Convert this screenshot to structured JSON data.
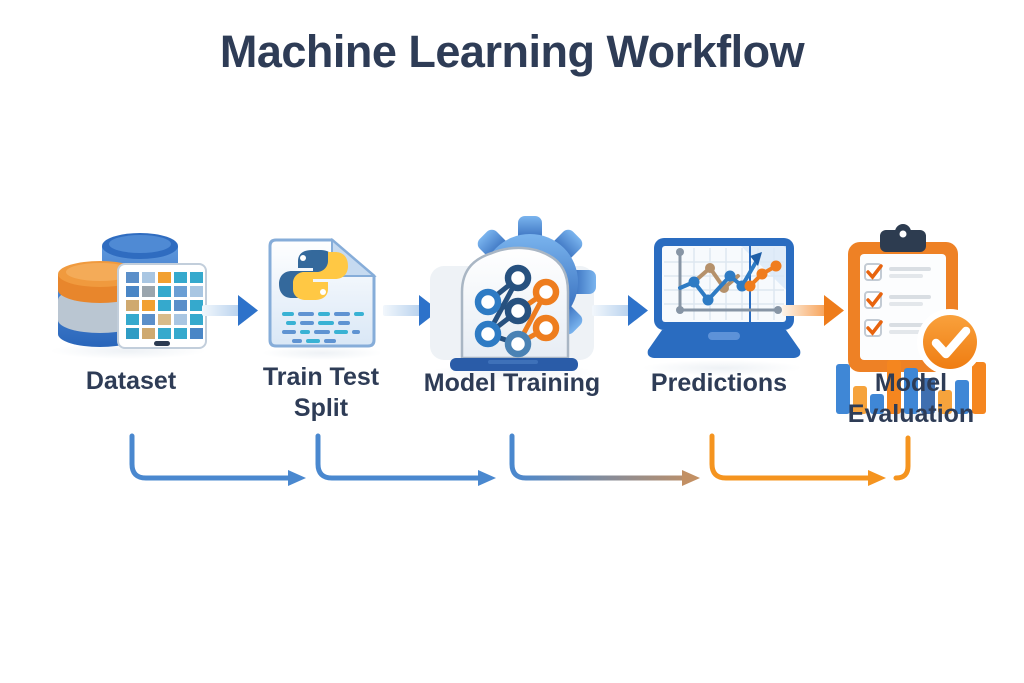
{
  "title": "Machine Learning Workflow",
  "steps": [
    {
      "label": "Dataset",
      "icon": "database-grid-icon"
    },
    {
      "label": "Train Test Split",
      "icon": "python-script-icon"
    },
    {
      "label": "Model Training",
      "icon": "gear-neural-network-icon"
    },
    {
      "label": "Predictions",
      "icon": "laptop-chart-icon"
    },
    {
      "label": "Model Evaluation",
      "icon": "clipboard-checklist-icon"
    }
  ],
  "connectors": {
    "top_arrows": [
      "blue",
      "blue",
      "blue",
      "orange"
    ],
    "bottom_arrows": [
      "blue",
      "blue",
      "blue-to-tan",
      "orange"
    ]
  },
  "palette": {
    "title_text": "#2e3c56",
    "blue": "#2d72ca",
    "light_blue": "#a9c6e2",
    "teal": "#35a9cd",
    "orange": "#ee7d1e",
    "tan": "#c09a6e",
    "navy": "#2d3c50"
  }
}
